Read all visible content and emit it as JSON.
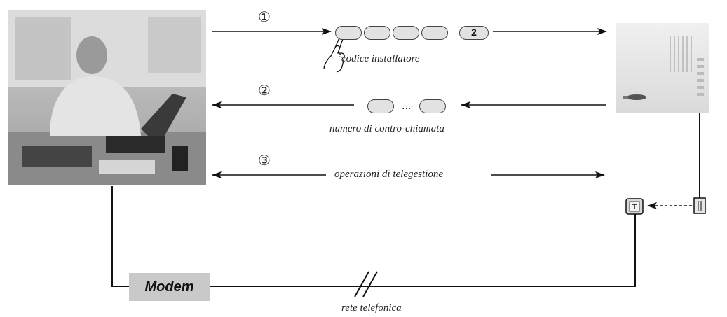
{
  "steps": {
    "step1": "①",
    "step2": "②",
    "step3": "③"
  },
  "labels": {
    "installer_code": "codice installatore",
    "callback_number": "numero di contro-chiamata",
    "remote_ops": "operazioni di telegestione",
    "phone_network": "rete telefonica",
    "ellipsis": "..."
  },
  "keypad": {
    "key_2": "2"
  },
  "devices": {
    "modem": "Modem"
  },
  "colors": {
    "line": "#111111",
    "modem_fill": "#c9c9c9",
    "key_fill": "#e2e2e2"
  }
}
